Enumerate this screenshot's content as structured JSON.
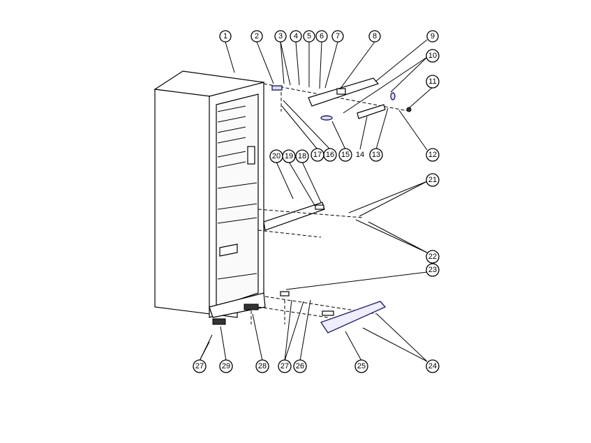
{
  "diagram": {
    "title": "Refrigerator exploded parts diagram",
    "labels": {
      "p1": "1",
      "p2": "2",
      "p3": "3",
      "p4": "4",
      "p5": "5",
      "p6": "6",
      "p7": "7",
      "p8": "8",
      "p9": "9",
      "p10": "10",
      "p11": "11",
      "p12": "12",
      "p13": "13",
      "p14": "14",
      "p15": "15",
      "p16": "16",
      "p17": "17",
      "p18": "18",
      "p19": "19",
      "p20": "20",
      "p21": "21",
      "p22": "22",
      "p23": "23",
      "p24": "24",
      "p25": "25",
      "p26": "26",
      "p27a": "27",
      "p27b": "27",
      "p28": "28",
      "p29": "29"
    }
  }
}
